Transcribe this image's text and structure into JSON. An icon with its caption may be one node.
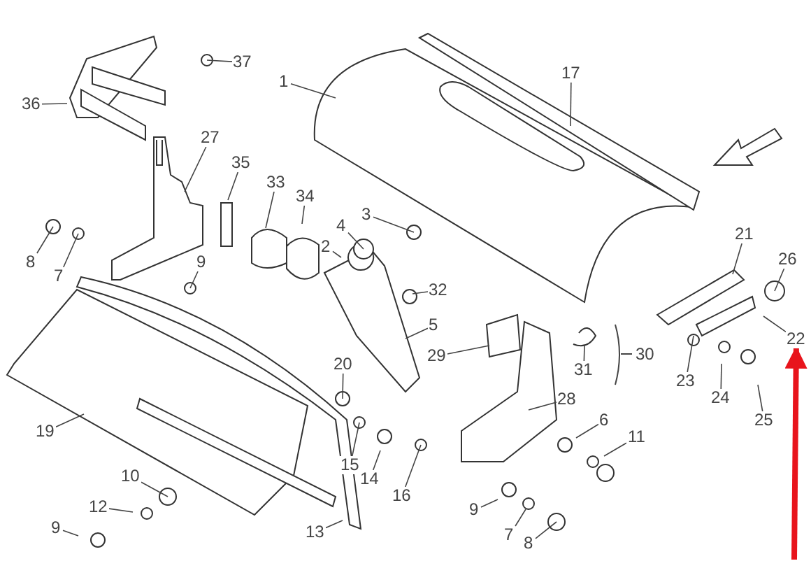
{
  "diagram": {
    "nodes": [
      {
        "text": [
          "1"
        ]
      },
      {
        "text": [
          "37"
        ]
      },
      {
        "text": [
          "36"
        ]
      },
      {
        "text": [
          "17"
        ]
      },
      {
        "text": [
          "27"
        ]
      },
      {
        "text": [
          "35"
        ]
      },
      {
        "text": [
          "33"
        ]
      },
      {
        "text": [
          "34"
        ]
      },
      {
        "text": [
          "4"
        ]
      },
      {
        "text": [
          "3"
        ]
      },
      {
        "text": [
          "2"
        ]
      },
      {
        "text": [
          "8"
        ]
      },
      {
        "text": [
          "7"
        ]
      },
      {
        "text": [
          "9"
        ]
      },
      {
        "text": [
          "21"
        ]
      },
      {
        "text": [
          "26"
        ]
      },
      {
        "text": [
          "32"
        ]
      },
      {
        "text": [
          "5"
        ]
      },
      {
        "text": [
          "29"
        ]
      },
      {
        "text": [
          "31"
        ]
      },
      {
        "text": [
          "23"
        ]
      },
      {
        "text": [
          "22"
        ]
      },
      {
        "text": [
          "24"
        ]
      },
      {
        "text": [
          "28"
        ]
      },
      {
        "text": [
          "6"
        ]
      },
      {
        "text": [
          "25"
        ]
      },
      {
        "text": [
          "20"
        ]
      },
      {
        "text": [
          "19"
        ]
      },
      {
        "text": [
          "11"
        ]
      },
      {
        "text": [
          "15"
        ]
      },
      {
        "text": [
          "14"
        ]
      },
      {
        "text": [
          "10"
        ]
      },
      {
        "text": [
          "16"
        ]
      },
      {
        "text": [
          "12"
        ]
      },
      {
        "text": [
          "13"
        ]
      },
      {
        "text": [
          "9"
        ]
      },
      {
        "text": [
          "7"
        ]
      },
      {
        "text": [
          "9"
        ]
      },
      {
        "text": [
          "8"
        ]
      },
      {
        "text": [
          "30"
        ]
      }
    ],
    "edges": [
      {
        "from": 0,
        "to": null,
        "arrow": "none"
      },
      {
        "from": 1,
        "to": null,
        "arrow": "none"
      },
      {
        "from": 2,
        "to": null,
        "arrow": "none"
      },
      {
        "from": 3,
        "to": null,
        "arrow": "none"
      },
      {
        "from": 4,
        "to": null,
        "arrow": "none"
      },
      {
        "from": 5,
        "to": null,
        "arrow": "none"
      },
      {
        "from": 6,
        "to": null,
        "arrow": "none"
      },
      {
        "from": 7,
        "to": null,
        "arrow": "none"
      },
      {
        "from": 8,
        "to": null,
        "arrow": "none"
      },
      {
        "from": 9,
        "to": null,
        "arrow": "none"
      },
      {
        "from": 10,
        "to": null,
        "arrow": "none"
      },
      {
        "from": 11,
        "to": null,
        "arrow": "none"
      },
      {
        "from": 12,
        "to": null,
        "arrow": "none"
      },
      {
        "from": 13,
        "to": null,
        "arrow": "none"
      },
      {
        "from": 14,
        "to": null,
        "arrow": "none"
      },
      {
        "from": 15,
        "to": null,
        "arrow": "none"
      },
      {
        "from": 16,
        "to": null,
        "arrow": "none"
      },
      {
        "from": 17,
        "to": null,
        "arrow": "none"
      },
      {
        "from": 18,
        "to": null,
        "arrow": "none"
      },
      {
        "from": 19,
        "to": null,
        "arrow": "none"
      },
      {
        "from": 20,
        "to": null,
        "arrow": "none"
      },
      {
        "from": 21,
        "to": null,
        "arrow": "none"
      },
      {
        "from": 22,
        "to": null,
        "arrow": "none"
      },
      {
        "from": 23,
        "to": null,
        "arrow": "none"
      },
      {
        "from": 24,
        "to": null,
        "arrow": "none"
      },
      {
        "from": 25,
        "to": null,
        "arrow": "none"
      },
      {
        "from": 26,
        "to": null,
        "arrow": "none"
      },
      {
        "from": 27,
        "to": null,
        "arrow": "none"
      },
      {
        "from": 28,
        "to": null,
        "arrow": "none"
      },
      {
        "from": 29,
        "to": null,
        "arrow": "none"
      },
      {
        "from": 30,
        "to": null,
        "arrow": "none"
      },
      {
        "from": 31,
        "to": null,
        "arrow": "none"
      },
      {
        "from": 32,
        "to": null,
        "arrow": "none"
      },
      {
        "from": 33,
        "to": null,
        "arrow": "none"
      },
      {
        "from": 34,
        "to": null,
        "arrow": "none"
      },
      {
        "from": 35,
        "to": null,
        "arrow": "none"
      },
      {
        "from": 36,
        "to": null,
        "arrow": "none"
      },
      {
        "from": 37,
        "to": null,
        "arrow": "none"
      },
      {
        "from": 38,
        "to": null,
        "arrow": "none"
      },
      {
        "from": null,
        "to": 21,
        "arrow": "to",
        "style": "thick",
        "color": "#e8141c"
      }
    ]
  }
}
